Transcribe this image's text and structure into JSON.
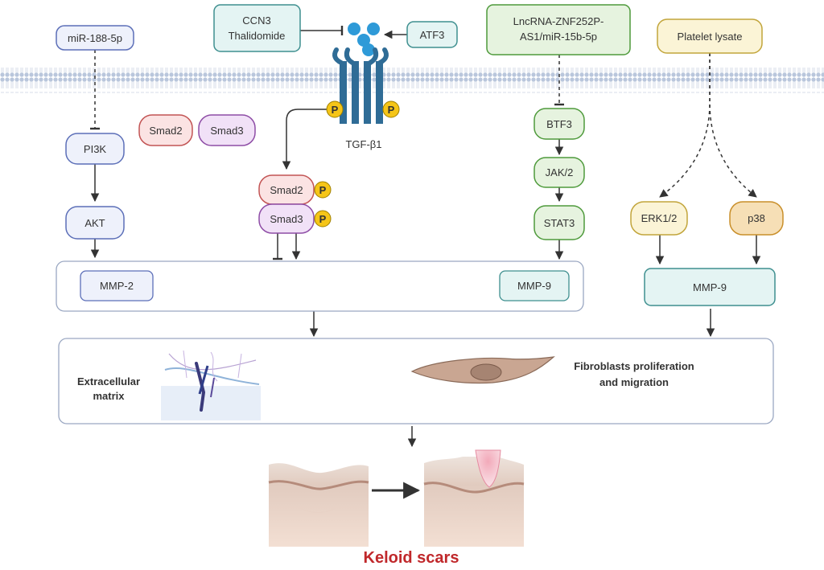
{
  "colors": {
    "blue_fill": "#eef1fb",
    "blue_stroke": "#5c6fb8",
    "teal_fill": "#e4f4f3",
    "teal_stroke": "#3e8f8f",
    "green_fill": "#e6f3df",
    "green_stroke": "#4e9a3b",
    "yellow_fill": "#fbf4d6",
    "yellow_stroke": "#c2a53b",
    "red_fill": "#fbe3e3",
    "red_stroke": "#c25454",
    "purple_fill": "#f1e1f7",
    "purple_stroke": "#8e4da6",
    "orange_fill": "#f6dfb6",
    "orange_stroke": "#c98f2a",
    "receptor": "#2f6c96",
    "ligand": "#2e9ad8",
    "phospho": "#f5c518",
    "membrane": "#c7d3e6",
    "title_red": "#c0282b"
  },
  "nodes": {
    "mir188": "miR-188-5p",
    "ccn3_line1": "CCN3",
    "ccn3_line2": "Thalidomide",
    "atf3": "ATF3",
    "lnc_line1": "LncRNA-ZNF252P-",
    "lnc_line2": "AS1/miR-15b-5p",
    "platelet": "Platelet lysate",
    "pi3k": "PI3K",
    "akt": "AKT",
    "smad2": "Smad2",
    "smad3": "Smad3",
    "smad2p": "Smad2",
    "smad3p": "Smad3",
    "tgf": "TGF-β1",
    "btf3": "BTF3",
    "jak2": "JAK/2",
    "stat3": "STAT3",
    "erk": "ERK1/2",
    "p38": "p38",
    "mmp2": "MMP-2",
    "mmp9_left": "MMP-9",
    "mmp9_right": "MMP-9",
    "phospho": "P"
  },
  "outcomes": {
    "ecm_line1": "Extracellular",
    "ecm_line2": "matrix",
    "fib_line1": "Fibroblasts proliferation",
    "fib_line2": "and migration",
    "title": "Keloid scars"
  }
}
